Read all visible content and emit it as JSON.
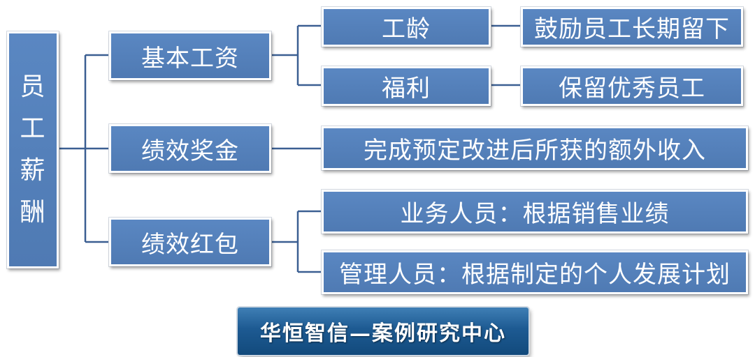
{
  "root": {
    "label": "员工薪酬",
    "chars": [
      "员",
      "工",
      "薪",
      "酬"
    ]
  },
  "level1": [
    {
      "label": "基本工资"
    },
    {
      "label": "绩效奖金"
    },
    {
      "label": "绩效红包"
    }
  ],
  "level2": [
    {
      "label": "工龄"
    },
    {
      "label": "福利"
    },
    {
      "label": "完成预定改进后所获的额外收入"
    },
    {
      "label": "业务人员：根据销售业绩"
    },
    {
      "label": "管理人员：根据制定的个人发展计划"
    }
  ],
  "level3": [
    {
      "label": "鼓励员工长期留下"
    },
    {
      "label": "保留优秀员工"
    }
  ],
  "footer": {
    "label": "华恒智信—案例研究中心"
  },
  "colors": {
    "node_fill": "#5a87c2",
    "connector": "#3b5f92",
    "footer_fill": "#1d5a92"
  }
}
